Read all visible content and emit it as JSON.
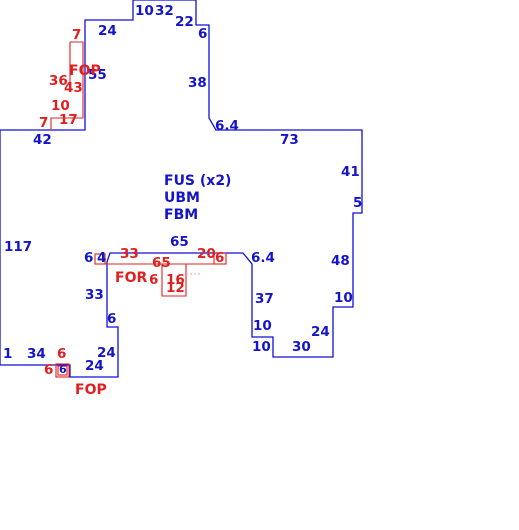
{
  "center_labels": [
    "FUS (x2)",
    "UBM",
    "FBM"
  ],
  "blue_dimensions": [
    "10",
    "32",
    "22",
    "24",
    "6",
    "55",
    "38",
    "6.4",
    "73",
    "42",
    "41",
    "5",
    "117",
    "65",
    "6",
    "4",
    "6.4",
    "48",
    "33",
    "37",
    "10",
    "6",
    "10",
    "24",
    "10",
    "30",
    "1",
    "34",
    "24",
    "24",
    "6"
  ],
  "red_dimensions": [
    "7",
    "36",
    "43",
    "10",
    "7",
    "17",
    "33",
    "20",
    "6",
    "65",
    "6",
    "16",
    "12",
    "6",
    "6"
  ],
  "red_labels": [
    "FOP",
    "FOR",
    "FOP"
  ],
  "colors": {
    "outline": "#1010d8",
    "outline_text": "#1414c8",
    "markup": "#e02020",
    "background": "#ffffff"
  }
}
